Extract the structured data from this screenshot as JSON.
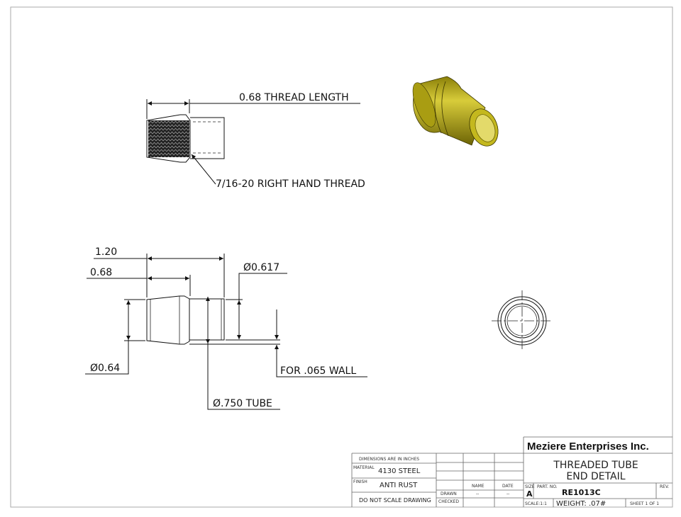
{
  "top_view": {
    "thread_length_label": "0.68 THREAD LENGTH",
    "thread_callout": "7/16-20 RIGHT HAND THREAD"
  },
  "front_view": {
    "overall_length": "1.20",
    "thread_length": "0.68",
    "end_diameter": "Ø0.617",
    "thread_diameter": "Ø0.64",
    "tube_diameter": "Ø.750 TUBE",
    "wall_note": "FOR .065 WALL"
  },
  "iso_view": {
    "part_color": "#b5a814"
  },
  "title_block": {
    "company": "Meziere Enterprises Inc.",
    "dimensions_note": "DIMENSIONS ARE IN INCHES",
    "material_label": "MATERIAL",
    "material": "4130 STEEL",
    "finish_label": "FINISH",
    "finish": "ANTI RUST",
    "scale_note": "DO NOT SCALE DRAWING",
    "name_header": "NAME",
    "date_header": "DATE",
    "drawn_label": "DRAWN",
    "drawn_name": "--",
    "drawn_date": "--",
    "checked_label": "CHECKED",
    "title_line1": "THREADED TUBE",
    "title_line2": "END DETAIL",
    "size_label": "SIZE",
    "size": "A",
    "part_no_label": "PART. NO.",
    "part_no": "RE1013C",
    "rev_label": "REV.",
    "scale": "SCALE:1:1",
    "weight": "WEIGHT: .07#",
    "sheet": "SHEET 1 OF 1"
  }
}
